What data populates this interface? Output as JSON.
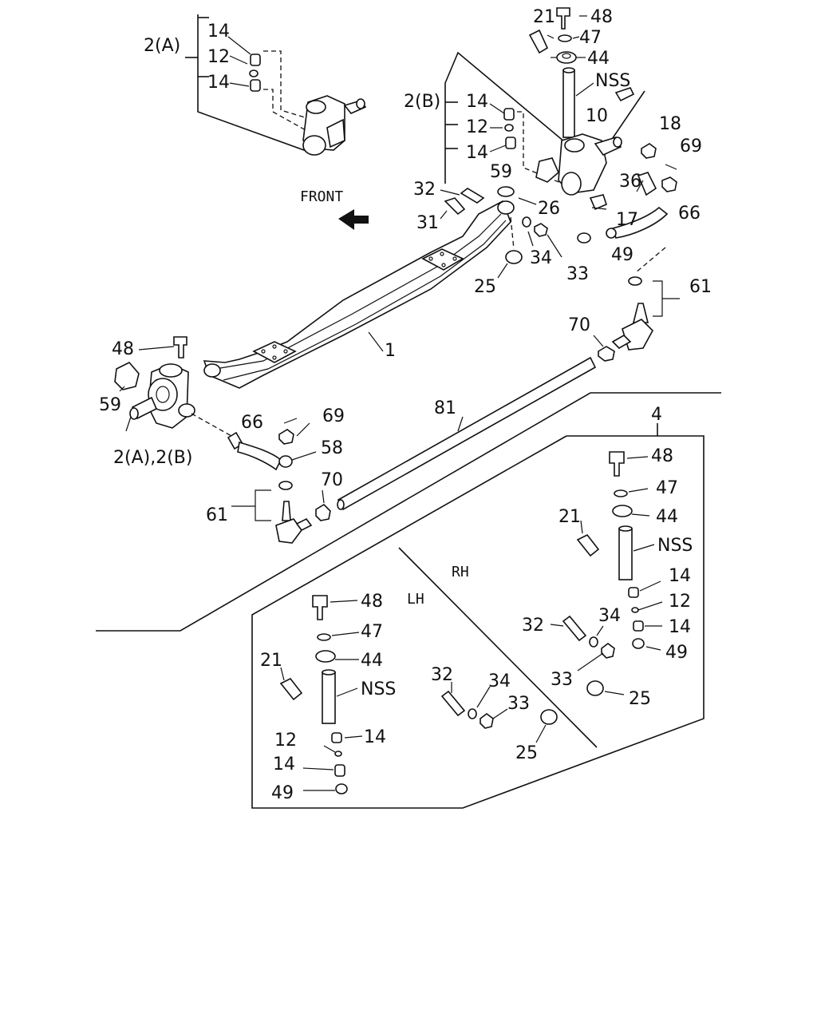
{
  "diagram": {
    "labels": {
      "p2a": "2(A)",
      "p2b": "2(B)",
      "p2ab": "2(A),2(B)",
      "front": "FRONT",
      "rh": "RH",
      "lh": "LH",
      "nss": "NSS",
      "p1": "1",
      "p4": "4",
      "p10": "10",
      "p12": "12",
      "p14": "14",
      "p17": "17",
      "p18": "18",
      "p21": "21",
      "p25": "25",
      "p26": "26",
      "p31": "31",
      "p32": "32",
      "p33": "33",
      "p34": "34",
      "p36": "36",
      "p44": "44",
      "p47": "47",
      "p48": "48",
      "p49": "49",
      "p58": "58",
      "p59": "59",
      "p61": "61",
      "p66": "66",
      "p69": "69",
      "p70": "70",
      "p81": "81"
    },
    "colors": {
      "line": "#111111",
      "background": "#ffffff"
    },
    "icons": [
      "front-arrow-icon"
    ]
  }
}
